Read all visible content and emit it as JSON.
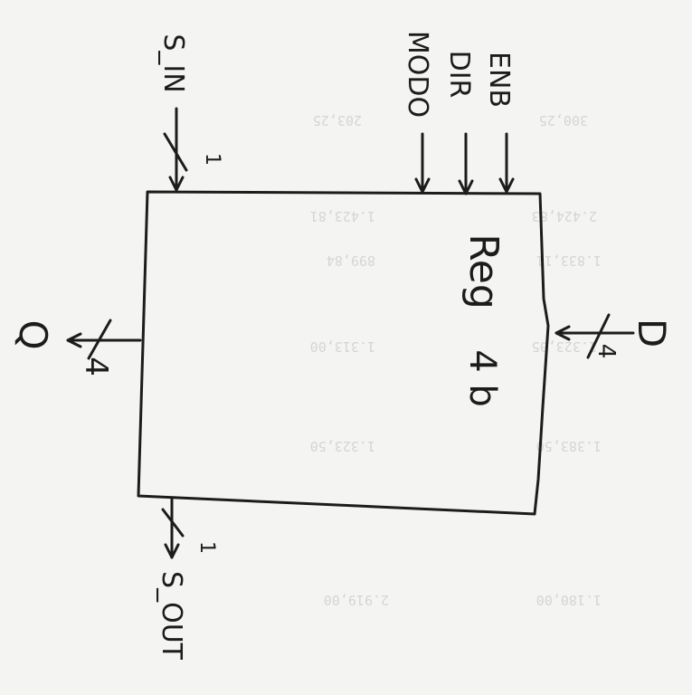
{
  "block": {
    "name": "Reg",
    "width": "4 b"
  },
  "ports": {
    "s_in": "S_IN",
    "s_in_width": "1",
    "enb": "ENB",
    "dir": "DIR",
    "modo": "MODO",
    "d": "D",
    "d_width": "4",
    "q": "Q",
    "q_width": "4",
    "s_out": "S_OUT",
    "s_out_width": "1"
  },
  "bleed_through": [
    "203,25",
    "300,25",
    "1.423,81",
    "2.424,83",
    "899,84",
    "1.833,11",
    "1.313,00",
    "1.323,05",
    "1.323,50",
    "1.383,50",
    "2.919,00",
    "1.180,00"
  ]
}
